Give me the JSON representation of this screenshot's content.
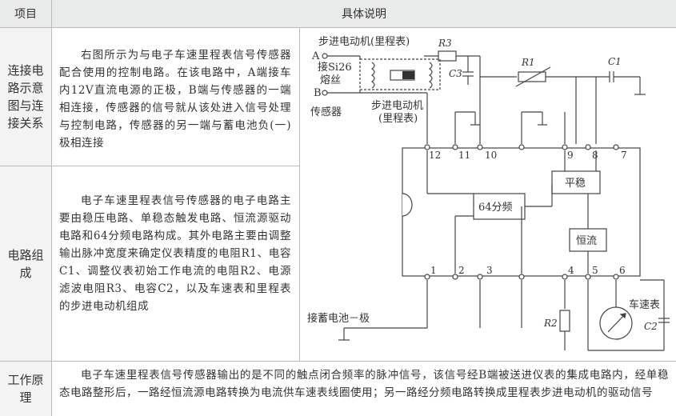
{
  "header": {
    "col1": "项目",
    "col2": "具体说明"
  },
  "rows": [
    {
      "label": "连接电路示意图与连接关系",
      "text": "右图所示为与电子车速里程表信号传感器配合使用的控制电路。在该电路中，A端接车内12V直流电源的正极，B端与传感器的一端相连接，传感器的信号就从该处进入信号处理与控制电路，传感器的另一端与蓄电池负(一)极相连接"
    },
    {
      "label": "电路组成",
      "text": "电子车速里程表信号传感器的电子电路主要由稳压电路、单稳态触发电路、恒流源驱动电路和64分频电路构成。其外电路主要由调整输出脉冲宽度来确定仪表精度的电阻R1、电容C1、调整仪表初始工作电流的电阻R2、电源滤波电阻R3、电容C2，以及车速表和里程表的步进电动机组成"
    },
    {
      "label": "工作原理",
      "text": "电子车速里程表信号传感器输出的是不同的触点闭合频率的脉冲信号，该信号经B端被送进仪表的集成电路内，经单稳态电路整形后，一路经恒流源电路转换为电流供车速表线圈使用；另一路经分频电路转换成里程表步进电动机的驱动信号"
    }
  ],
  "diagram": {
    "motor_top": "步进电动机(里程表)",
    "a": "A",
    "b": "B",
    "fuse1": "接Si26",
    "fuse2": "熔丝",
    "sensor": "传感器",
    "motor_mid1": "步进电动机",
    "motor_mid2": "(里程表)",
    "r3": "R3",
    "c3": "C3",
    "r1": "R1",
    "c1": "C1",
    "r2": "R2",
    "c2": "C2",
    "div64": "64分频",
    "stable": "平稳",
    "hengliu": "恒流",
    "battery": "接蓄电池－极",
    "speedo": "车速表",
    "pins_top": [
      "12",
      "11",
      "10",
      "9",
      "8",
      "7"
    ],
    "pins_bottom": [
      "1",
      "2",
      "3",
      "4",
      "5",
      "6"
    ]
  }
}
